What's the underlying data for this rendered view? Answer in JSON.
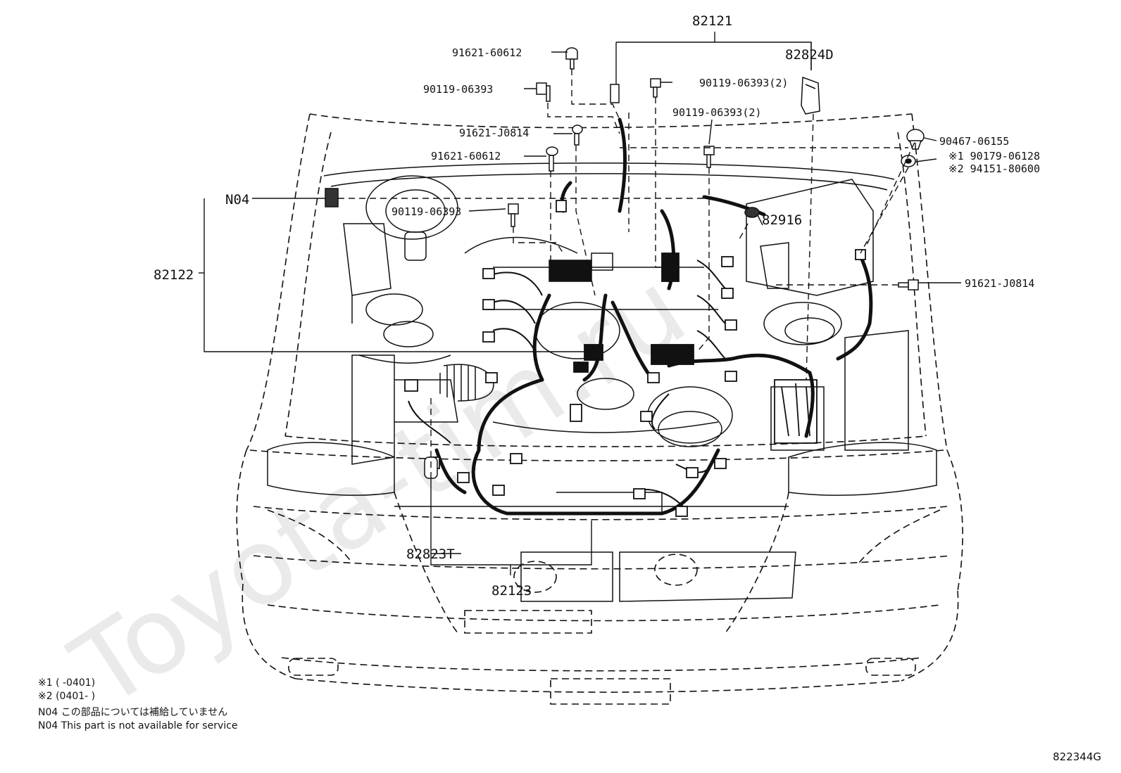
{
  "callouts": {
    "c82121": "82121",
    "c82824D": "82824D",
    "c91621_60612_top": "91621-60612",
    "c90119_06393_a": "90119-06393",
    "c90119_06393_2a": "90119-06393(2)",
    "c91621_J0814_a": "91621-J0814",
    "c90119_06393_2b": "90119-06393(2)",
    "c90467_06155": "90467-06155",
    "c90179_06128": "※1 90179-06128",
    "c94151_80600": "※2 94151-80600",
    "c91621_60612_b": "91621-60612",
    "cN04": "N04",
    "c90119_06393_b": "90119-06393",
    "c82916": "82916",
    "c82122": "82122",
    "c91621_J0814_b": "91621-J0814",
    "c82823T": "82823T",
    "c82123": "82123"
  },
  "watermark": "Toyota-tim.ru",
  "notes": {
    "n1": "※1 (       -0401)",
    "n2": "※2 (0401-       )",
    "jp": "N04 この部品については補給していません",
    "en": "N04 This part is not available for service"
  },
  "diagram_code": "822344G"
}
